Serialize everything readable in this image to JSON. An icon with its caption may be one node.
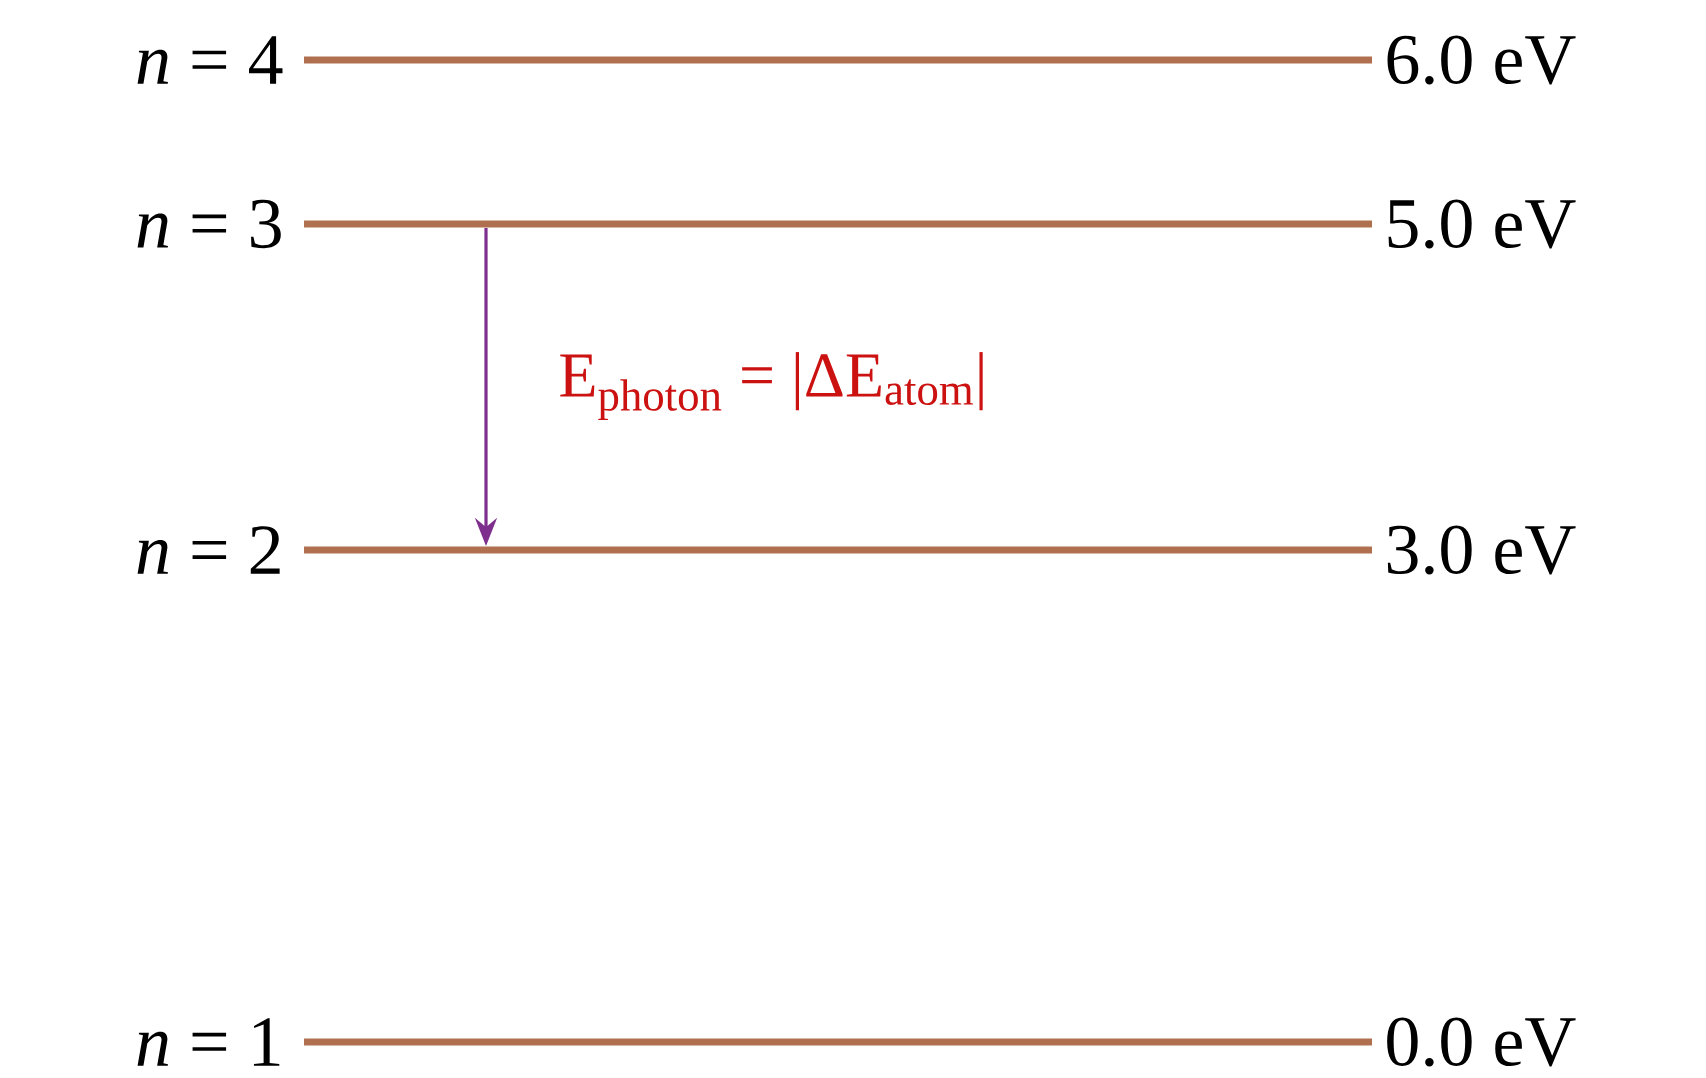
{
  "diagram": {
    "nodes": [
      {
        "text": [
          "*n* = 4"
        ],
        "beside": [
          "6.0 eV"
        ]
      },
      {
        "text": [
          "*n* = 3"
        ],
        "beside": [
          "5.0 eV"
        ]
      },
      {
        "text": [
          "*n* = 2"
        ],
        "beside": [
          "3.0 eV"
        ]
      },
      {
        "text": [
          "*n* = 1"
        ],
        "beside": [
          "0.0 eV"
        ]
      }
    ],
    "edges": [
      {
        "from": 1,
        "to": 2,
        "arrow": "to",
        "color": "#7e2f8e",
        "label": "E$_{photon}$ = |ΔE$_{atom}$|"
      }
    ]
  }
}
